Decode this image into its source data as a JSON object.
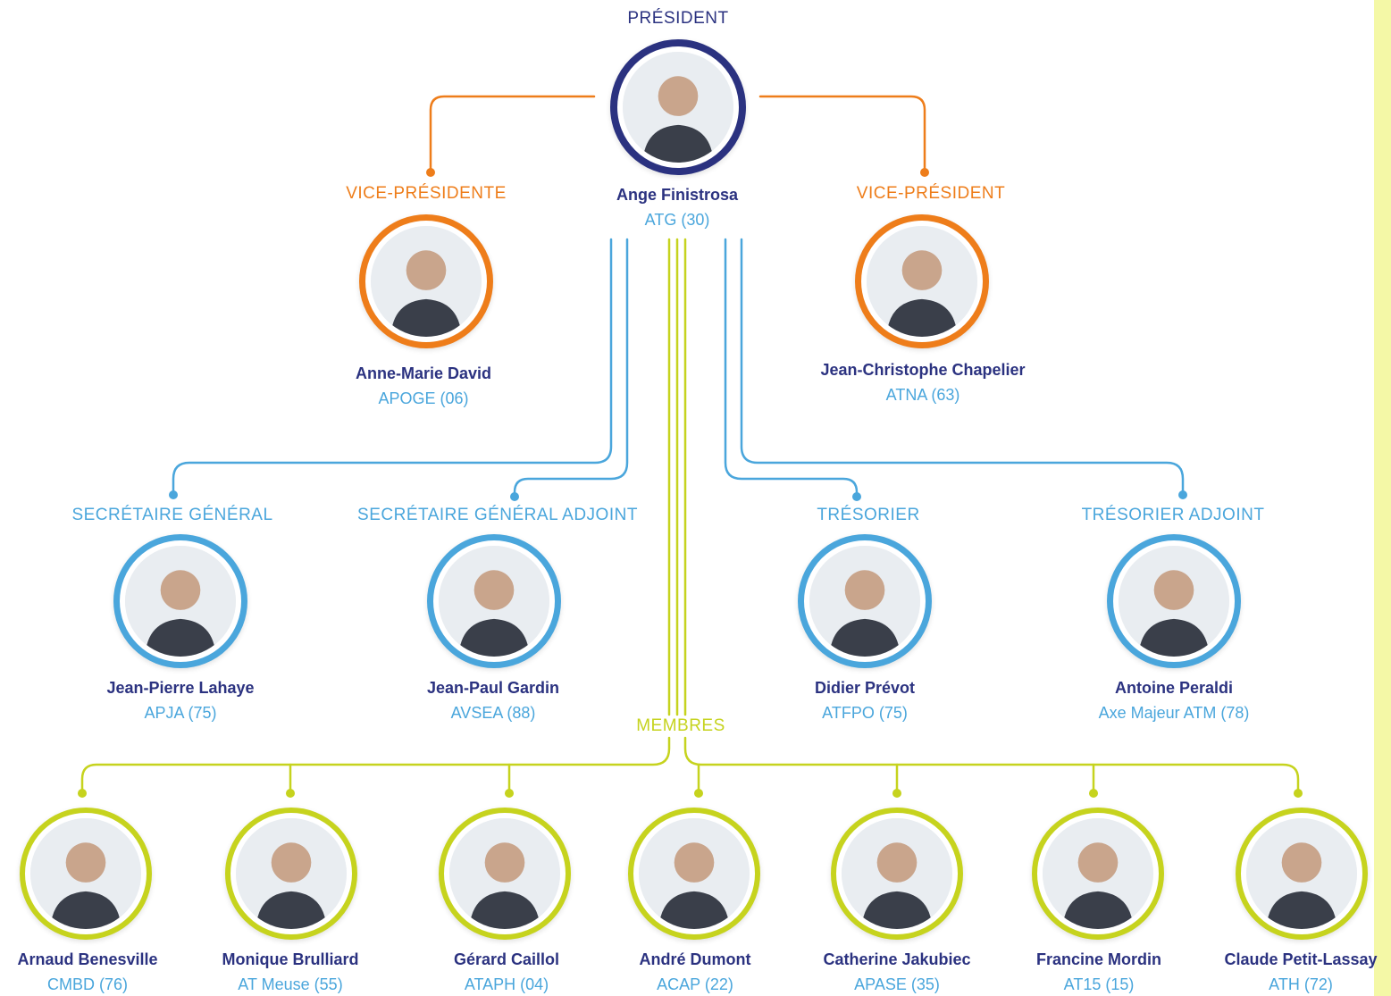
{
  "colors": {
    "navy": "#2b3280",
    "orange": "#ee7d1a",
    "blue": "#4aa6dc",
    "lime": "#c6d31e",
    "strip": "#f4f8a6"
  },
  "president": {
    "role": "PRÉSIDENT",
    "name": "Ange Finistrosa",
    "org": "ATG (30)"
  },
  "vice": [
    {
      "role": "VICE-PRÉSIDENTE",
      "name": "Anne-Marie David",
      "org": "APOGE (06)"
    },
    {
      "role": "VICE-PRÉSIDENT",
      "name": "Jean-Christophe Chapelier",
      "org": "ATNA (63)"
    }
  ],
  "officers": [
    {
      "role": "SECRÉTAIRE GÉNÉRAL",
      "name": "Jean-Pierre Lahaye",
      "org": "APJA (75)"
    },
    {
      "role": "SECRÉTAIRE GÉNÉRAL ADJOINT",
      "name": "Jean-Paul Gardin",
      "org": "AVSEA (88)"
    },
    {
      "role": "TRÉSORIER",
      "name": "Didier Prévot",
      "org": "ATFPO (75)"
    },
    {
      "role": "TRÉSORIER ADJOINT",
      "name": "Antoine Peraldi",
      "org": "Axe Majeur ATM (78)"
    }
  ],
  "members": {
    "title": "MEMBRES",
    "people": [
      {
        "name": "Arnaud Benesville",
        "org": "CMBD (76)"
      },
      {
        "name": "Monique Brulliard",
        "org": "AT Meuse (55)"
      },
      {
        "name": "Gérard Caillol",
        "org": "ATAPH (04)"
      },
      {
        "name": "André Dumont",
        "org": "ACAP (22)"
      },
      {
        "name": "Catherine Jakubiec",
        "org": "APASE (35)"
      },
      {
        "name": "Francine Mordin",
        "org": "AT15 (15)"
      },
      {
        "name": "Claude Petit-Lassay",
        "org": "ATH (72)"
      }
    ]
  }
}
